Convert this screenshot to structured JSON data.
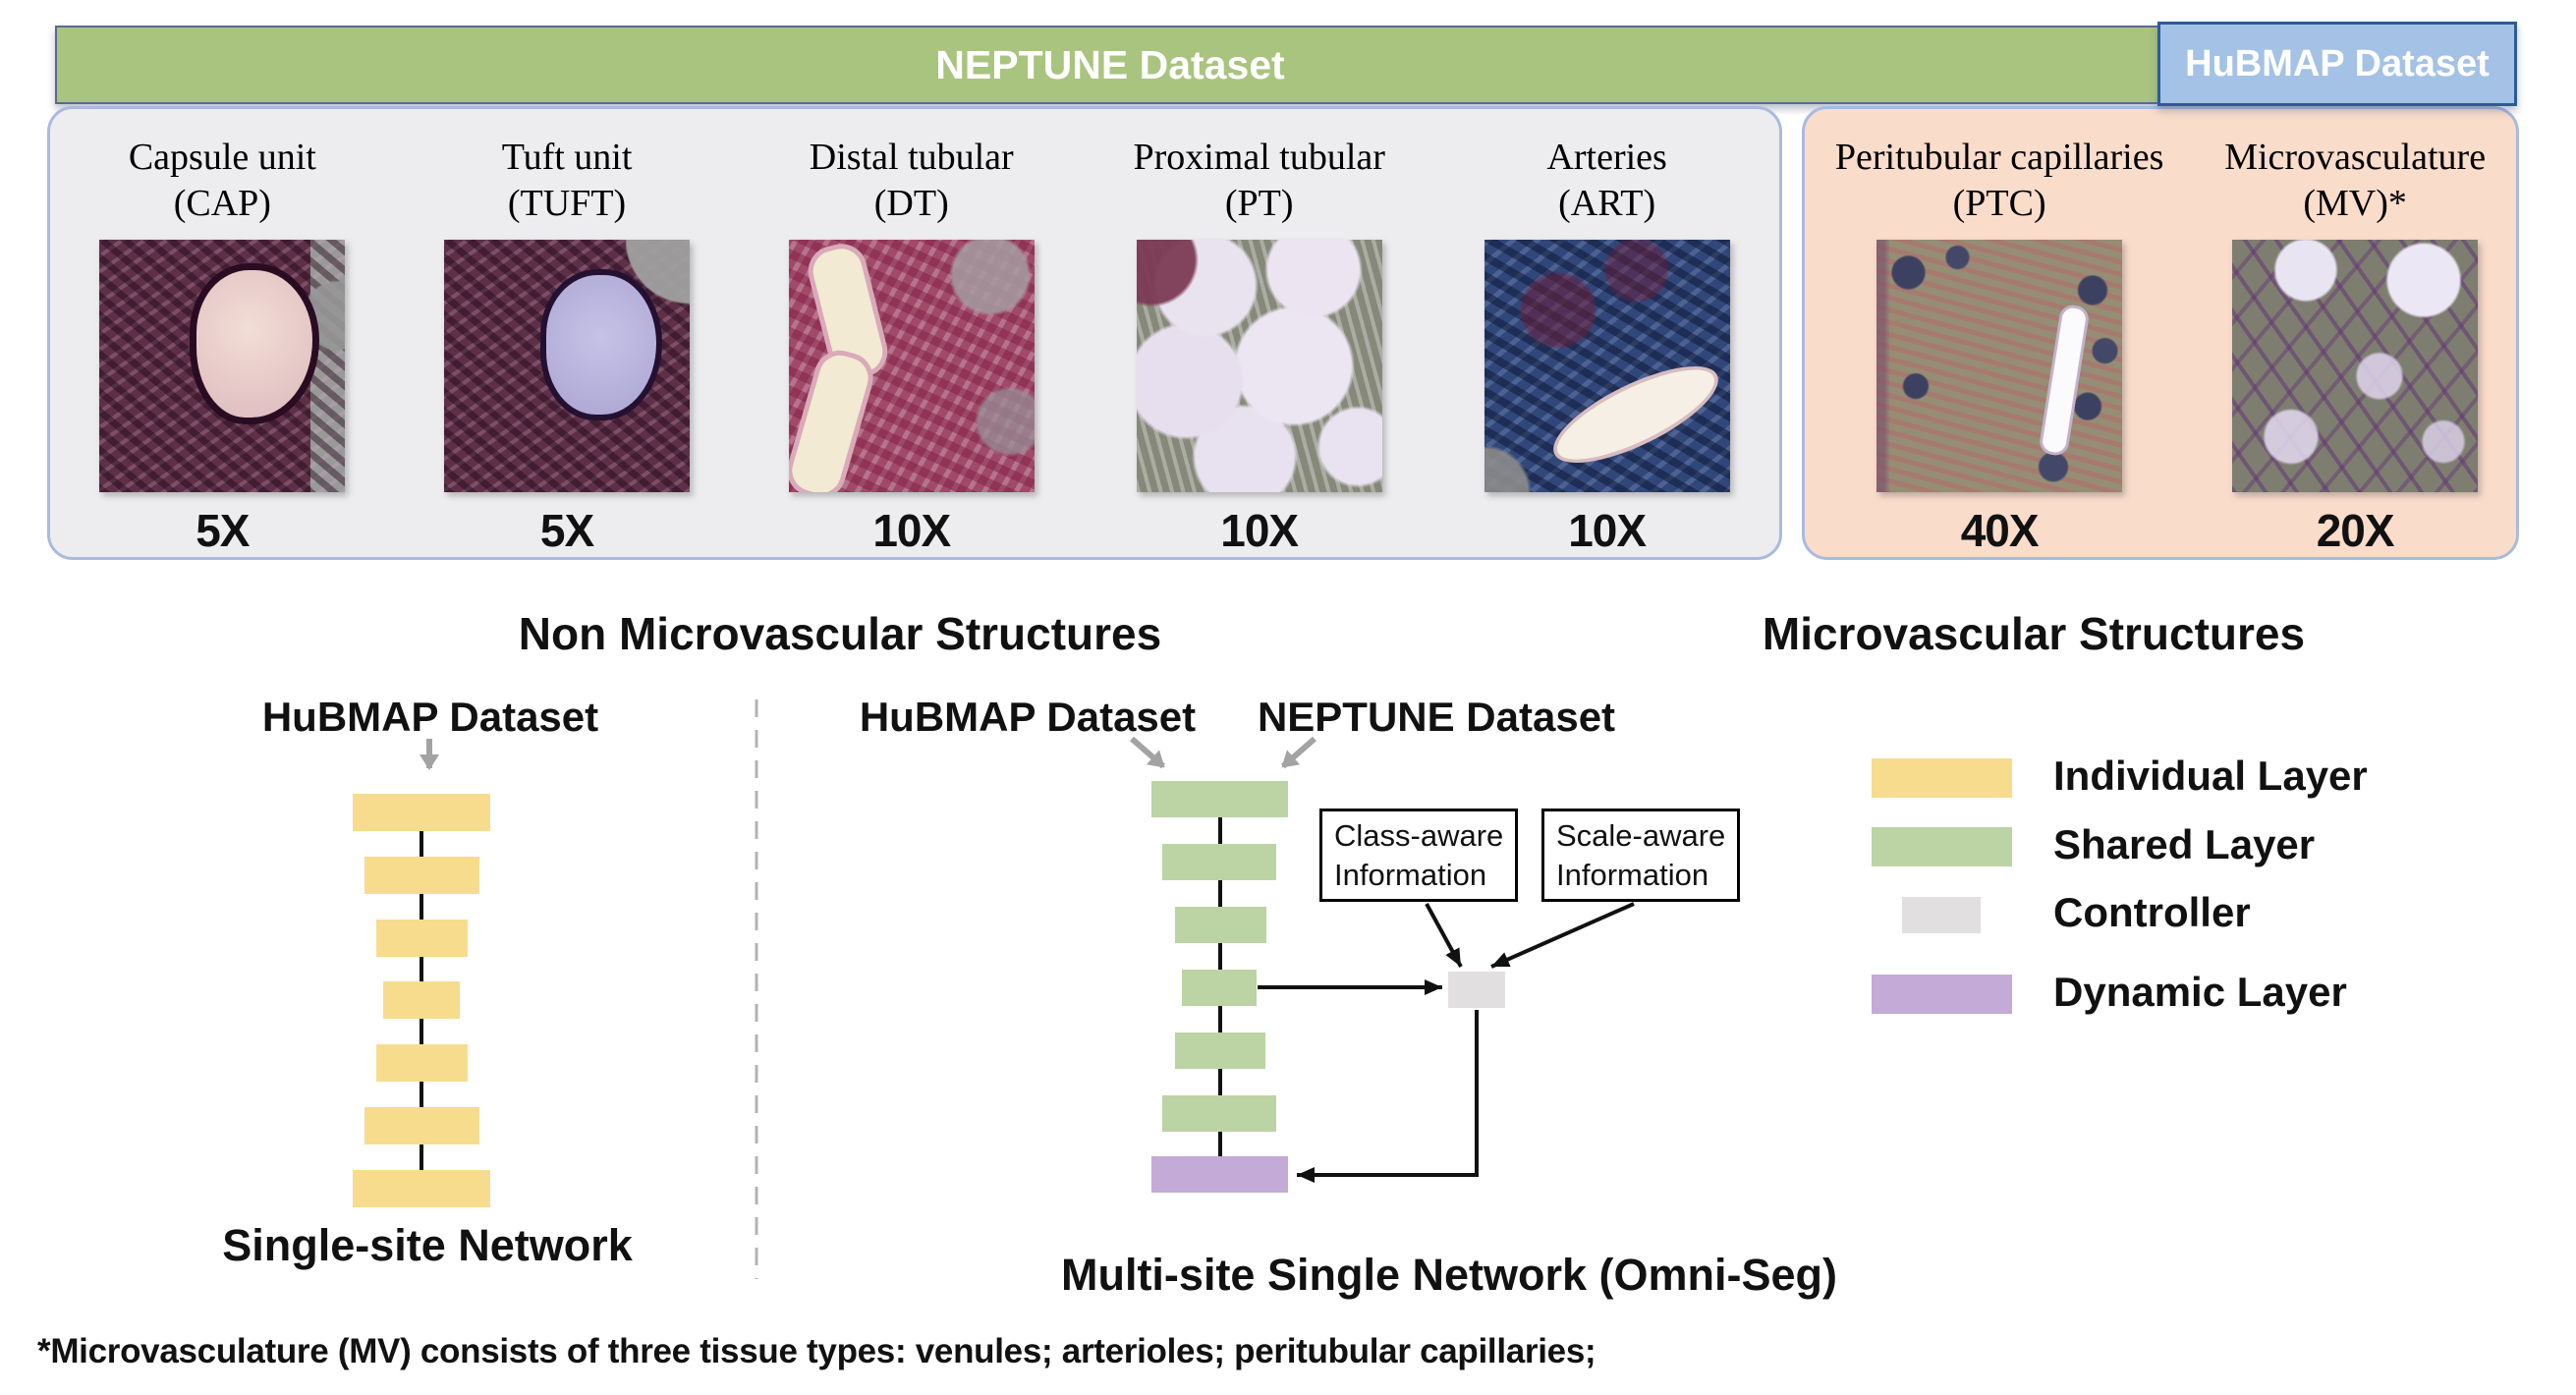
{
  "banners": {
    "neptune": "NEPTUNE Dataset",
    "hubmap": "HuBMAP Dataset"
  },
  "tissue_panels": {
    "neptune_group": {
      "section_label": "Non Microvascular Structures",
      "columns": [
        {
          "name_line1": "Capsule unit",
          "name_line2": "(CAP)",
          "magnification": "5X"
        },
        {
          "name_line1": "Tuft unit",
          "name_line2": "(TUFT)",
          "magnification": "5X"
        },
        {
          "name_line1": "Distal tubular",
          "name_line2": "(DT)",
          "magnification": "10X"
        },
        {
          "name_line1": "Proximal tubular",
          "name_line2": "(PT)",
          "magnification": "10X"
        },
        {
          "name_line1": "Arteries",
          "name_line2": "(ART)",
          "magnification": "10X"
        }
      ]
    },
    "hubmap_group": {
      "section_label": "Microvascular Structures",
      "columns": [
        {
          "name_line1": "Peritubular capillaries",
          "name_line2": "(PTC)",
          "magnification": "40X"
        },
        {
          "name_line1": "Microvasculature",
          "name_line2": "(MV)*",
          "magnification": "20X"
        }
      ]
    }
  },
  "diagram": {
    "single_site": {
      "input_label": "HuBMAP Dataset",
      "caption": "Single-site Network"
    },
    "multi_site": {
      "input_label_left": "HuBMAP Dataset",
      "input_label_right": "NEPTUNE Dataset",
      "class_box_line1": "Class-aware",
      "class_box_line2": "Information",
      "scale_box_line1": "Scale-aware",
      "scale_box_line2": "Information",
      "caption": "Multi-site Single Network (Omni-Seg)"
    },
    "legend": {
      "items": [
        {
          "label": "Individual Layer",
          "color": "#F7DC8E"
        },
        {
          "label": "Shared Layer",
          "color": "#BCD4A4"
        },
        {
          "label": "Controller",
          "color": "#E1DFDF"
        },
        {
          "label": "Dynamic Layer",
          "color": "#C3AAD7"
        }
      ]
    }
  },
  "footnote": "*Microvasculature (MV) consists of three tissue types: venules; arterioles; peritubular capillaries;",
  "colors": {
    "neptune_banner": "#A9C47F",
    "hubmap_banner": "#A4C2E5",
    "neptune_panel": "#EDEDEF",
    "hubmap_panel": "#FADCCB",
    "individual_layer": "#F7DC8E",
    "shared_layer": "#BCD4A4",
    "controller": "#E1DFDF",
    "dynamic_layer": "#C3AAD7",
    "gray_arrow": "#A3A3A3",
    "black_arrow": "#111111"
  }
}
